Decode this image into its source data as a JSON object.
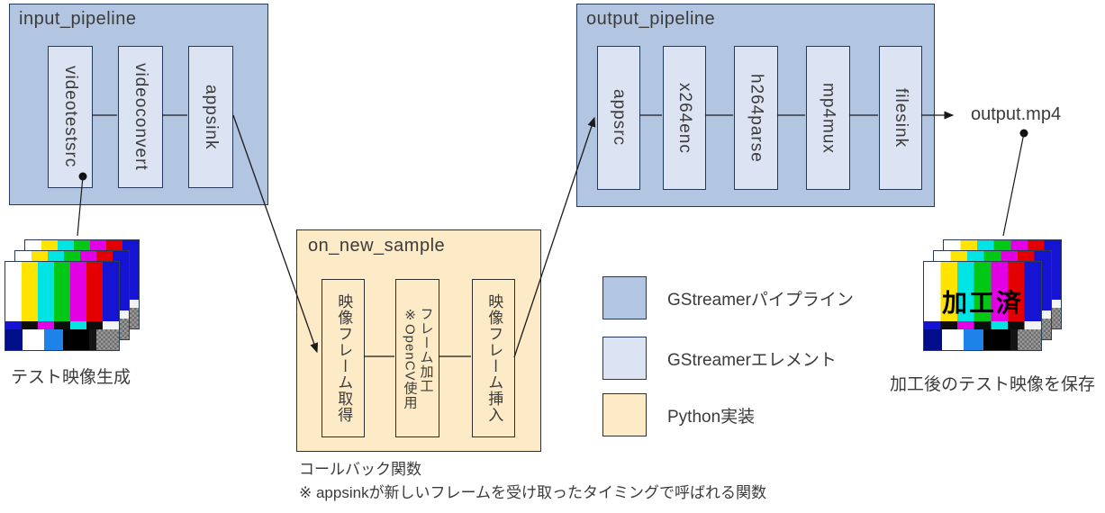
{
  "colors": {
    "pipeline_fill": "#b3c6e1",
    "element_fill": "#dce4f3",
    "python_fill": "#fdeac6",
    "frame_border": "#24395e",
    "callback_border": "#2f2f2f",
    "text": "#3b3b3b",
    "line": "#1a1a1a"
  },
  "input_pipeline": {
    "title": "input_pipeline",
    "elements": [
      "videotestsrc",
      "videoconvert",
      "appsink"
    ]
  },
  "output_pipeline": {
    "title": "output_pipeline",
    "elements": [
      "appsrc",
      "x264enc",
      "h264parse",
      "mp4mux",
      "filesink"
    ]
  },
  "callback": {
    "title": "on_new_sample",
    "steps": {
      "get": "映像フレーム取得",
      "process_main": "フレーム加工",
      "process_note": "※OpenCV使用",
      "insert": "映像フレーム挿入"
    }
  },
  "legend": {
    "pipeline_label": "GStreamerパイプライン",
    "element_label": "GStreamerエレメント",
    "python_label": "Python実装"
  },
  "annotations": {
    "output_file": "output.mp4",
    "source_caption": "テスト映像生成",
    "saved_caption": "加工後のテスト映像を保存",
    "processed_stamp": "加工済",
    "footnote_line1": "コールバック関数",
    "footnote_line2": "※ appsinkが新しいフレームを受け取ったタイミングで呼ばれる関数"
  }
}
